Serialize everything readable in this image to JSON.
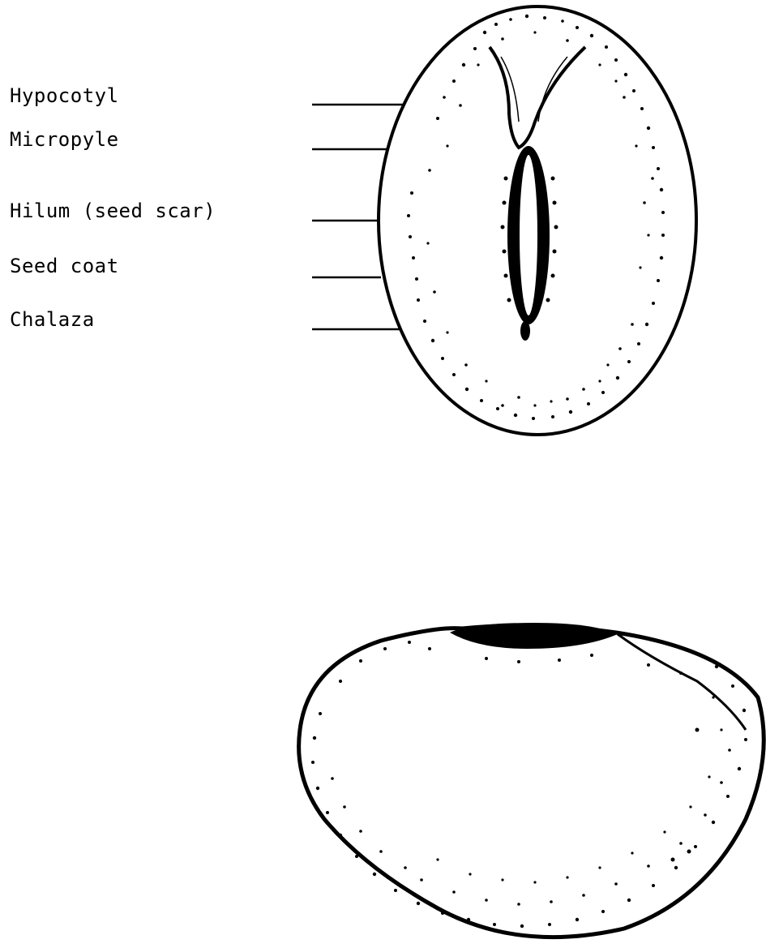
{
  "labels": {
    "hypocotyl": "Hypocotyl",
    "micropyle": "Micropyle",
    "hilum": "Hilum (seed scar)",
    "seed_coat": "Seed coat",
    "chalaza": "Chalaza"
  },
  "colors": {
    "ink": "#000000",
    "paper": "#ffffff"
  }
}
